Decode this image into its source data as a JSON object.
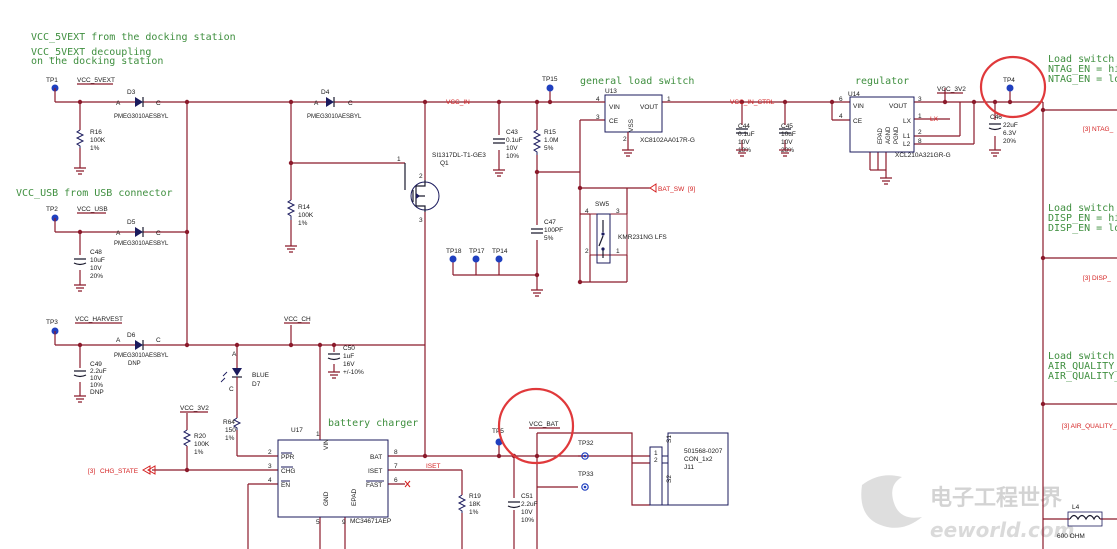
{
  "notes": {
    "vcc5vext_src": "VCC_5VEXT from the docking station",
    "vcc5vext_dec1": "VCC_5VEXT decoupling",
    "vcc5vext_dec2": "on the docking station",
    "vccusb_src": "VCC_USB from USB connector",
    "general_load_switch": "general load switch",
    "regulator": "regulator",
    "battery_charger": "battery charger",
    "load_switch_1a": "Load switch",
    "load_switch_1b": "NTAG_EN = hi",
    "load_switch_1c": "NTAG_EN = lo",
    "load_switch_2a": "Load switch",
    "load_switch_2b": "DISP_EN = hi",
    "load_switch_2c": "DISP_EN = lo",
    "load_switch_3a": "Load switch",
    "load_switch_3b": "AIR_QUALITY_",
    "load_switch_3c": "AIR_QUALITY_"
  },
  "nets": {
    "vcc_5vext": "VCC_5VEXT",
    "vcc_usb": "VCC_USB",
    "vcc_harvest": "VCC_HARVEST",
    "vcc_in": "VCC_IN",
    "vcc_in_ctrl": "VCC_IN_CTRL",
    "vcc_3v2_top": "VCC_3V2",
    "vcc_3v2_left": "VCC_3V2",
    "vcc_ch": "VCC_CH",
    "vcc_bat": "VCC_BAT",
    "iset": "ISET",
    "lx": "LX",
    "bat_sw": "BAT_SW",
    "bat_sw_page": "[9]",
    "chg_state": "CHG_STATE",
    "chg_state_page": "[3]",
    "ntag": "[3]  NTAG_",
    "disp": "[3]  DISP_",
    "air": "[3]  AIR_QUALITY_"
  },
  "testpoints": {
    "tp1": "TP1",
    "tp2": "TP2",
    "tp3": "TP3",
    "tp4": "TP4",
    "tp5": "TP5",
    "tp14": "TP14",
    "tp15": "TP15",
    "tp17": "TP17",
    "tp18": "TP18",
    "tp32": "TP32",
    "tp33": "TP33"
  },
  "diodes": {
    "d3": {
      "ref": "D3",
      "part": "PMEG3010AESBYL"
    },
    "d4": {
      "ref": "D4",
      "part": "PMEG3010AESBYL"
    },
    "d5": {
      "ref": "D5",
      "part": "PMEG3010AESBYL"
    },
    "d6": {
      "ref": "D6",
      "part": "PMEG3010AESBYL",
      "dnp": "DNP"
    },
    "d7": {
      "ref": "D7",
      "color": "BLUE"
    },
    "pin_a": "A",
    "pin_c": "C"
  },
  "resistors": {
    "r16": {
      "ref": "R16",
      "value": "100K",
      "tol": "1%"
    },
    "r14": {
      "ref": "R14",
      "value": "100K",
      "tol": "1%"
    },
    "r15": {
      "ref": "R15",
      "value": "1.0M",
      "tol": "5%"
    },
    "r20": {
      "ref": "R20",
      "value": "100K",
      "tol": "1%"
    },
    "r64": {
      "ref": "R64",
      "value": "150",
      "tol": "1%"
    },
    "r19": {
      "ref": "R19",
      "value": "18K",
      "tol": "1%"
    }
  },
  "capacitors": {
    "c43": {
      "ref": "C43",
      "value": "0.1uF",
      "v": "10V",
      "tol": "10%"
    },
    "c47": {
      "ref": "C47",
      "value": "100PF",
      "tol": "5%"
    },
    "c44": {
      "ref": "C44",
      "value": "0.1uF",
      "v": "10V",
      "tol": "10%"
    },
    "c45": {
      "ref": "C45",
      "value": "10uF",
      "v": "10V",
      "tol": "20%"
    },
    "c46": {
      "ref": "C46",
      "value": "22uF",
      "v": "6.3V",
      "tol": "20%"
    },
    "c48": {
      "ref": "C48",
      "value": "10uF",
      "v": "10V",
      "tol": "20%"
    },
    "c49": {
      "ref": "C49",
      "value": "2.2uF",
      "v": "10V",
      "tol": "10%",
      "dnp": "DNP"
    },
    "c50": {
      "ref": "C50",
      "value": "1uF",
      "v": "16V",
      "tol": "+/-10%"
    },
    "c51": {
      "ref": "C51",
      "value": "2.2uF",
      "v": "10V",
      "tol": "10%"
    }
  },
  "ics": {
    "q1": {
      "ref": "Q1",
      "part": "SI1317DL-T1-GE3",
      "p1": "1",
      "p2": "2",
      "p3": "3"
    },
    "u13": {
      "ref": "U13",
      "part": "XC8102AA017R-G",
      "vin": "VIN",
      "vout": "VOUT",
      "ce": "CE",
      "vss": "VSS",
      "p4": "4",
      "p1": "1",
      "p3": "3",
      "p2": "2"
    },
    "u14": {
      "ref": "U14",
      "part": "XCL210A321GR-G",
      "vin": "VIN",
      "vout": "VOUT",
      "ce": "CE",
      "lx": "LX",
      "l1": "L1",
      "l2": "L2",
      "epad": "EPAD",
      "agnd": "AGND",
      "pgnd": "PGND",
      "p6": "6",
      "p4": "4",
      "p3": "3",
      "p1": "1",
      "p2": "2",
      "p8": "8"
    },
    "sw5": {
      "ref": "SW5",
      "part": "KMR231NG LFS",
      "p4": "4",
      "p3": "3",
      "p2": "2",
      "p1": "1"
    },
    "u17": {
      "ref": "U17",
      "part": "MC34671AEP",
      "ppr": "PPR",
      "chg": "CHG",
      "en": "EN",
      "vin": "VIN",
      "gnd": "GND",
      "epad": "EPAD",
      "bat": "BAT",
      "iset": "ISET",
      "fast": "FAST",
      "p1": "1",
      "p2": "2",
      "p3": "3",
      "p4": "4",
      "p5": "5",
      "p6": "6",
      "p7": "7",
      "p8": "8",
      "p9": "9"
    },
    "j11": {
      "ref": "J11",
      "part": "501568-0207",
      "con": "CON_1x2",
      "s1": "S1",
      "s2": "S2",
      "p1": "1",
      "p2": "2"
    },
    "l4": {
      "ref": "L4",
      "value": "600 OHM"
    }
  },
  "watermark": {
    "cn": "电子工程世界",
    "en": "eeworld.com"
  }
}
